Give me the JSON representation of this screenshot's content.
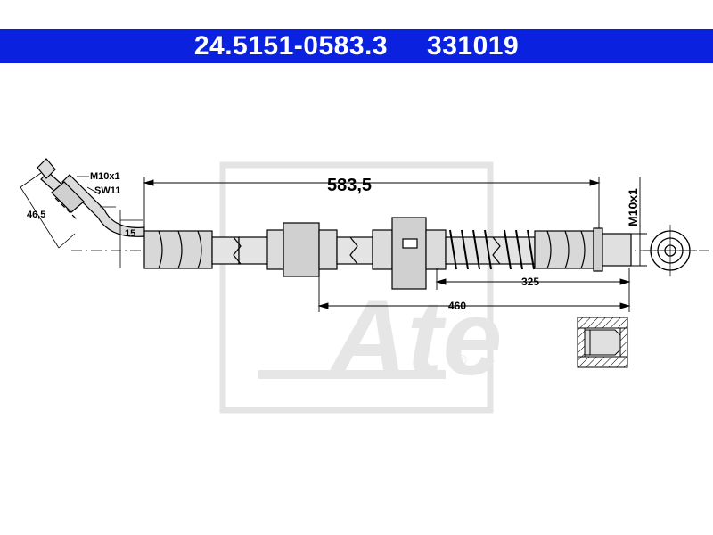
{
  "header": {
    "part_number": "24.5151-0583.3",
    "ref_number": "331019"
  },
  "colors": {
    "header_background": "#0a22e0",
    "header_text": "#ffffff",
    "line": "#000000",
    "hose_fill": "#dcdcdc",
    "watermark": "#e6e6e6"
  },
  "dimensions": {
    "total_length": "583,5",
    "thread_left": "M10x1",
    "wrench_size": "SW11",
    "angle_length": "46,5",
    "offset": "15",
    "thread_right": "M10x1",
    "segment_325": "325",
    "segment_460": "460"
  },
  "watermark": {
    "brand": "Ate",
    "registered": "®"
  }
}
